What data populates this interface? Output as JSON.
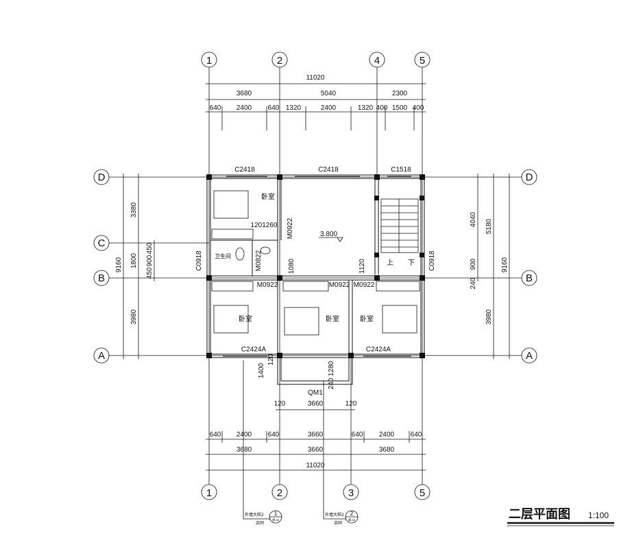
{
  "title": "二层平面图",
  "scale": "1:100",
  "axes": {
    "top": [
      "1",
      "2",
      "4",
      "5"
    ],
    "bottom": [
      "1",
      "2",
      "3",
      "5"
    ],
    "left": [
      "D",
      "C",
      "B",
      "A"
    ],
    "right": [
      "D",
      "B",
      "A"
    ]
  },
  "dims_top": {
    "total": "11020",
    "mid": [
      "3680",
      "5040",
      "2300"
    ],
    "detail": [
      "640",
      "2400",
      "640",
      "1320",
      "2400",
      "1320",
      "400",
      "1500",
      "400"
    ]
  },
  "dims_bottom": {
    "porch": [
      "120",
      "3660",
      "120"
    ],
    "detail": [
      "640",
      "2400",
      "640",
      "3660",
      "640",
      "2400",
      "640"
    ],
    "mid": [
      "3680",
      "3660",
      "3680"
    ],
    "total": "11020"
  },
  "dims_left": {
    "total": "9160",
    "mid": [
      "3380",
      "1800",
      "3980"
    ],
    "detail": [
      "450",
      "900",
      "450"
    ]
  },
  "dims_right": {
    "detail": [
      "4040",
      "900",
      "240"
    ],
    "mid": [
      "5180",
      "3980"
    ],
    "total": "9160"
  },
  "labels": {
    "win_d1": "C2418",
    "win_d2": "C2418",
    "win_d3": "C1518",
    "win_left": "C0918",
    "win_right": "C0918",
    "win_a1": "C2424A",
    "win_a2": "C2424A",
    "door_m1": "M0922",
    "door_m2": "M0922",
    "door_m3": "M0922",
    "door_m4": "M0922",
    "door_bath": "M0822",
    "dim_1201260": "1201260",
    "dim_1080": "1080",
    "dim_1120": "1120",
    "dim_1400": "1400",
    "dim_120": "120",
    "dim_1280": "1280",
    "dim_240": "240",
    "elevation": "3.800",
    "bedroom_1": "卧室",
    "bedroom_2": "卧室",
    "bedroom_3": "卧室",
    "bedroom_4": "卧室",
    "bathroom": "卫生间",
    "stair_up": "上",
    "stair_down": "下",
    "qm1": "QM1"
  },
  "details": [
    {
      "note": "外墙大样2",
      "num": "1",
      "ref": "余同",
      "sheet": "建-08"
    },
    {
      "note": "外墙大样2",
      "num": "2",
      "ref": "余同",
      "sheet": "建-08"
    }
  ]
}
